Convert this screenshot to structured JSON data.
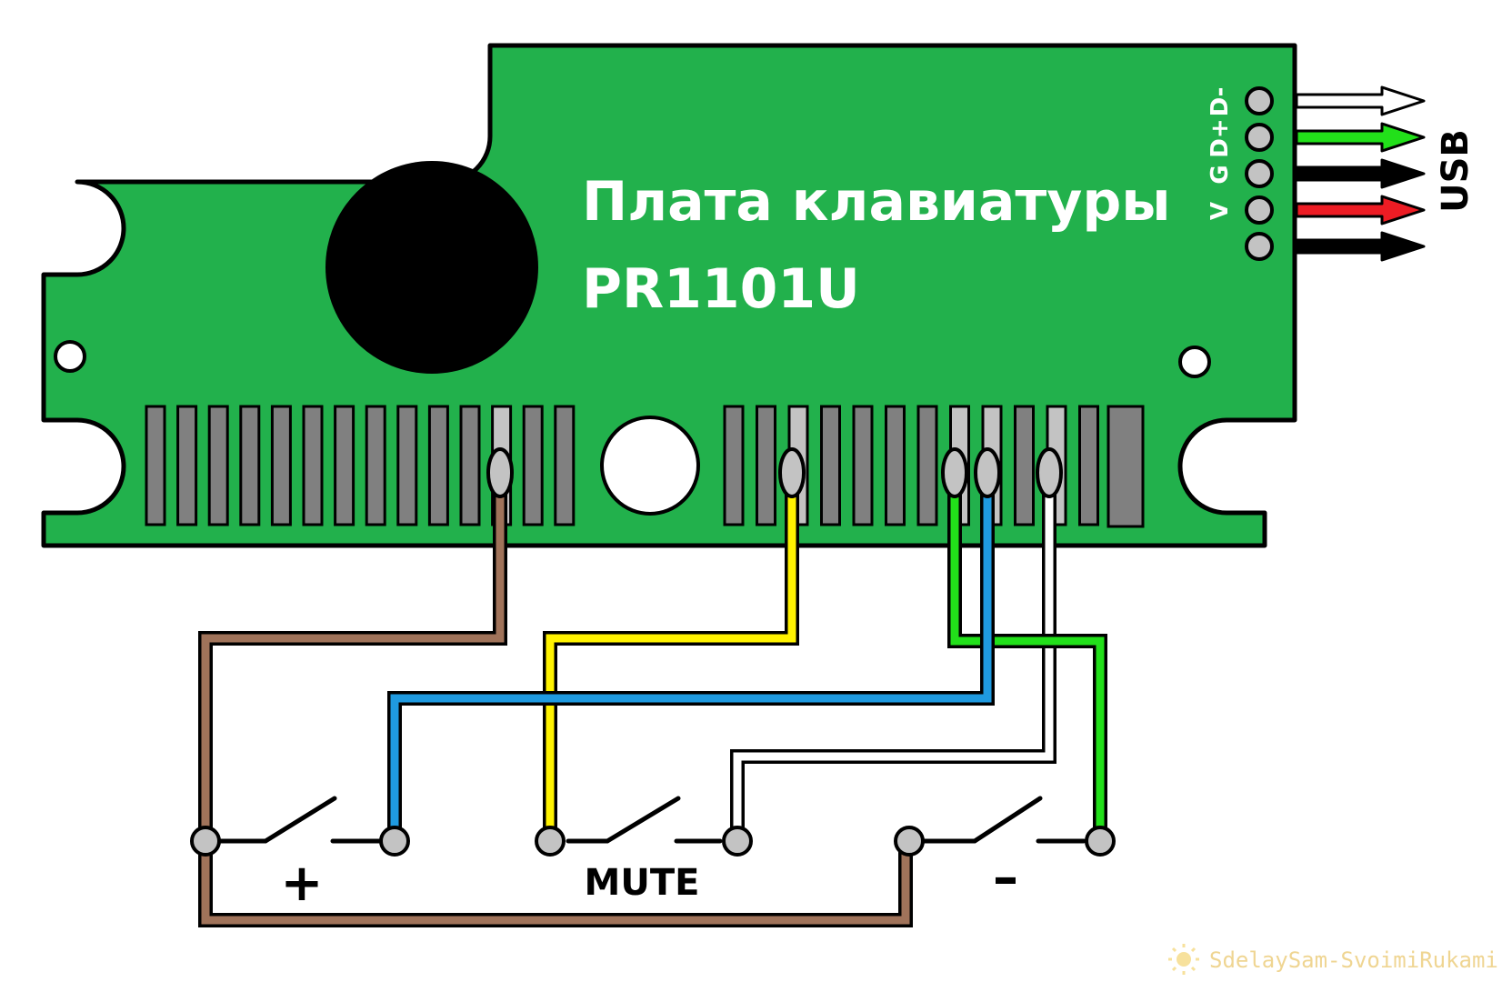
{
  "board": {
    "title_line1": "Плата клавиатуры",
    "title_line2": "PR1101U"
  },
  "usb": {
    "label": "USB",
    "pins": [
      "D-",
      "D+",
      "G",
      "V"
    ]
  },
  "buttons": {
    "plus": "+",
    "mute": "MUTE",
    "minus": "–"
  },
  "watermark": "SdelaySam-SvoimiRukami.ru",
  "colors": {
    "board_green": "#22b14c",
    "brown_wire": "#a0735a",
    "yellow_wire": "#fff200",
    "blue_wire": "#1f9ae0",
    "green_wire": "#22e01a",
    "red_wire": "#ed1c24",
    "pin_gray": "#999999",
    "contact_gray": "#c3c3c3"
  }
}
